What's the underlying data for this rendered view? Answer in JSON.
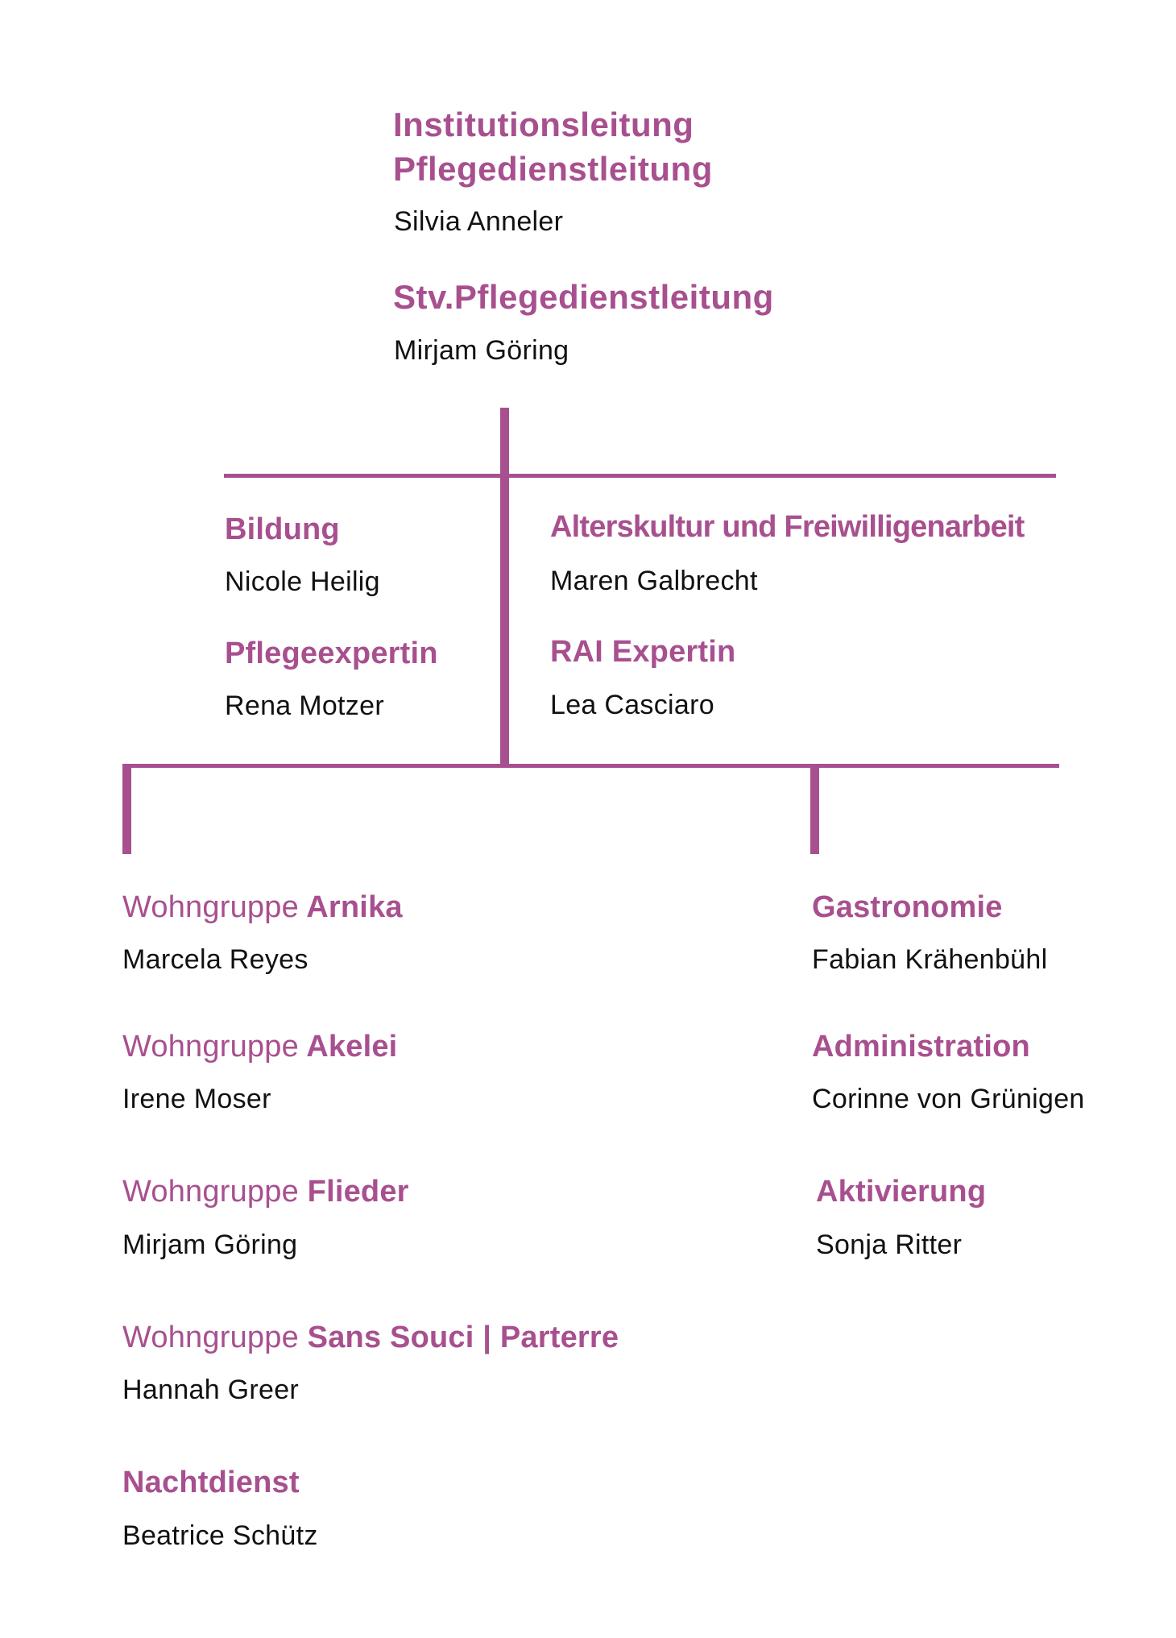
{
  "accent_color": "#a8508f",
  "top": {
    "title_line1": "Institutionsleitung",
    "title_line2": "Pflegedienstleitung",
    "name": "Silvia Anneler",
    "deputy_title": "Stv.Pflegedienstleitung",
    "deputy_name": "Mirjam Göring"
  },
  "staff": {
    "left": [
      {
        "title": "Bildung",
        "name": "Nicole Heilig"
      },
      {
        "title": "Pflegeexpertin",
        "name": "Rena Motzer"
      }
    ],
    "right": [
      {
        "title": "Alterskultur und Freiwilligenarbeit",
        "name": "Maren Galbrecht"
      },
      {
        "title": "RAI Expertin",
        "name": "Lea Casciaro"
      }
    ]
  },
  "groups": {
    "prefix": "Wohngruppe",
    "items": [
      {
        "title": "Arnika",
        "name": "Marcela Reyes"
      },
      {
        "title": "Akelei",
        "name": "Irene Moser"
      },
      {
        "title": "Flieder",
        "name": "Mirjam Göring"
      },
      {
        "title": "Sans Souci | Parterre",
        "name": "Hannah Greer"
      }
    ],
    "night": {
      "title": "Nachtdienst",
      "name": "Beatrice Schütz"
    }
  },
  "services": [
    {
      "title": "Gastronomie",
      "name": "Fabian Krähenbühl"
    },
    {
      "title": "Administration",
      "name": "Corinne von Grünigen"
    },
    {
      "title": "Aktivierung",
      "name": "Sonja Ritter"
    }
  ]
}
